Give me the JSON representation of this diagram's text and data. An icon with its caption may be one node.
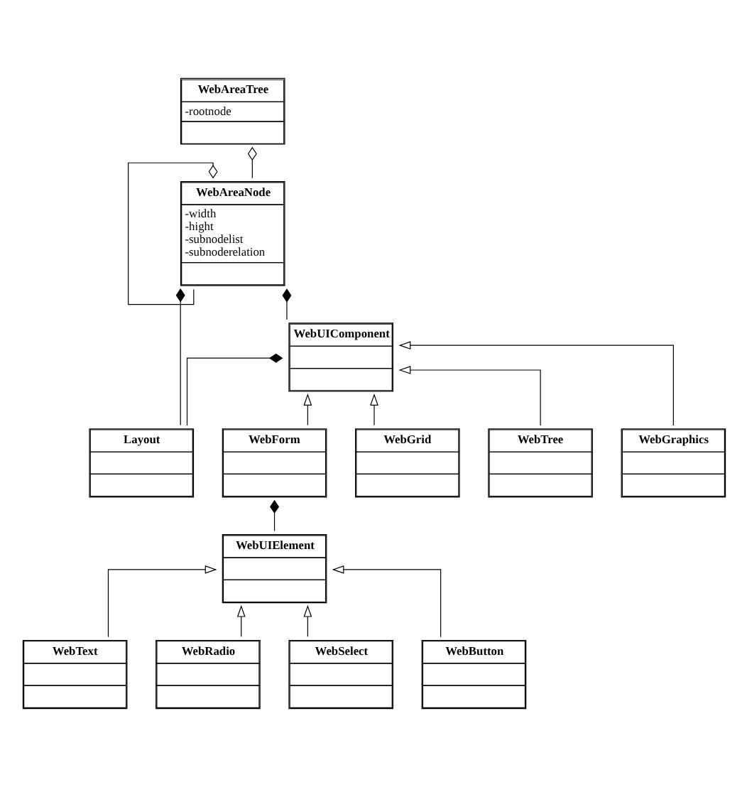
{
  "diagram": {
    "nodes": [
      {
        "text": [
          "WebAreaTree",
          "-rootnode"
        ]
      },
      {
        "text": [
          "WebAreaNode",
          "-width",
          "-hight",
          "-subnodelist",
          "-subnoderelation"
        ]
      },
      {
        "text": [
          "Layout"
        ]
      },
      {
        "text": [
          "WebUIComponent"
        ]
      },
      {
        "text": [
          "WebForm"
        ]
      },
      {
        "text": [
          "WebGrid"
        ]
      },
      {
        "text": [
          "WebTree"
        ]
      },
      {
        "text": [
          "WebGraphics"
        ]
      },
      {
        "text": [
          "WebUIElement"
        ]
      },
      {
        "text": [
          "WebText"
        ]
      },
      {
        "text": [
          "WebRadio"
        ]
      },
      {
        "text": [
          "WebSelect"
        ]
      },
      {
        "text": [
          "WebButton"
        ]
      }
    ],
    "edges": [
      {
        "from": 1,
        "to": 0,
        "arrow": "other"
      },
      {
        "from": 2,
        "to": 1,
        "arrow": "other"
      },
      {
        "from": 2,
        "to": 3,
        "arrow": "other"
      },
      {
        "from": 3,
        "to": 1,
        "arrow": "other"
      },
      {
        "from": 1,
        "to": 1,
        "arrow": "other"
      },
      {
        "from": 4,
        "to": 3,
        "arrow": "to"
      },
      {
        "from": 5,
        "to": 3,
        "arrow": "to"
      },
      {
        "from": 6,
        "to": 3,
        "arrow": "to"
      },
      {
        "from": 7,
        "to": 3,
        "arrow": "to"
      },
      {
        "from": 8,
        "to": 4,
        "arrow": "other"
      },
      {
        "from": 9,
        "to": 8,
        "arrow": "to"
      },
      {
        "from": 10,
        "to": 8,
        "arrow": "to"
      },
      {
        "from": 11,
        "to": 8,
        "arrow": "to"
      },
      {
        "from": 12,
        "to": 8,
        "arrow": "to"
      }
    ]
  }
}
